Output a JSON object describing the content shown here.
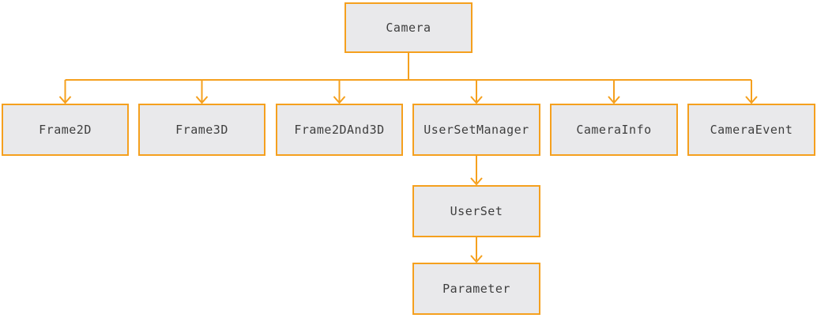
{
  "colors": {
    "background": "#FFFFFF",
    "node_fill": "#E9E9EB",
    "node_border": "#F5A01E",
    "connector": "#F5A01E",
    "text": "#3E3E3E"
  },
  "diagram": {
    "type": "tree",
    "nodes": {
      "camera": {
        "label": "Camera"
      },
      "frame2d": {
        "label": "Frame2D"
      },
      "frame3d": {
        "label": "Frame3D"
      },
      "frame2dand3d": {
        "label": "Frame2DAnd3D"
      },
      "usersetmanager": {
        "label": "UserSetManager"
      },
      "camerainfo": {
        "label": "CameraInfo"
      },
      "cameraevent": {
        "label": "CameraEvent"
      },
      "userset": {
        "label": "UserSet"
      },
      "parameter": {
        "label": "Parameter"
      }
    },
    "edges": [
      {
        "from": "Camera",
        "to": "Frame2D"
      },
      {
        "from": "Camera",
        "to": "Frame3D"
      },
      {
        "from": "Camera",
        "to": "Frame2DAnd3D"
      },
      {
        "from": "Camera",
        "to": "UserSetManager"
      },
      {
        "from": "Camera",
        "to": "CameraInfo"
      },
      {
        "from": "Camera",
        "to": "CameraEvent"
      },
      {
        "from": "UserSetManager",
        "to": "UserSet"
      },
      {
        "from": "UserSet",
        "to": "Parameter"
      }
    ]
  }
}
